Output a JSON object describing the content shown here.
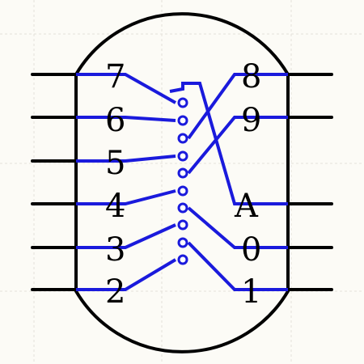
{
  "colors": {
    "background": "#fcfbf6",
    "grid": "#e4e2da",
    "outline": "#000000",
    "wire": "#1a1adc"
  },
  "labels": {
    "left": [
      "7",
      "6",
      "5",
      "4",
      "3",
      "2"
    ],
    "right": [
      "8",
      "9",
      "A",
      "0",
      "1"
    ]
  }
}
